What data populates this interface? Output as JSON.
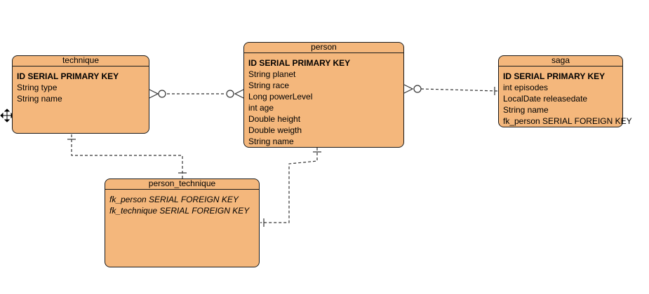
{
  "entities": {
    "technique": {
      "name": "technique",
      "fields": [
        {
          "text": "ID SERIAL PRIMARY KEY",
          "kind": "pk"
        },
        {
          "text": "String type",
          "kind": "attr"
        },
        {
          "text": "String name",
          "kind": "attr"
        }
      ]
    },
    "person": {
      "name": "person",
      "fields": [
        {
          "text": "ID SERIAL PRIMARY KEY",
          "kind": "pk"
        },
        {
          "text": "String planet",
          "kind": "attr"
        },
        {
          "text": "String race",
          "kind": "attr"
        },
        {
          "text": "Long powerLevel",
          "kind": "attr"
        },
        {
          "text": "int age",
          "kind": "attr"
        },
        {
          "text": "Double height",
          "kind": "attr"
        },
        {
          "text": "Double weigth",
          "kind": "attr"
        },
        {
          "text": "String name",
          "kind": "attr"
        }
      ]
    },
    "saga": {
      "name": "saga",
      "fields": [
        {
          "text": "ID SERIAL PRIMARY KEY",
          "kind": "pk"
        },
        {
          "text": "int episodes",
          "kind": "attr"
        },
        {
          "text": "LocalDate releasedate",
          "kind": "attr"
        },
        {
          "text": "String name",
          "kind": "attr"
        },
        {
          "text": "fk_person SERIAL FOREIGN KEY",
          "kind": "attr"
        }
      ]
    },
    "person_technique": {
      "name": "person_technique",
      "fields": [
        {
          "text": "fk_person SERIAL FOREIGN KEY",
          "kind": "fk"
        },
        {
          "text": "fk_technique SERIAL FOREIGN KEY",
          "kind": "fk"
        }
      ]
    }
  },
  "relationships": [
    {
      "from": "technique",
      "to": "person",
      "from_end": "zero-or-many",
      "to_end": "zero-or-many"
    },
    {
      "from": "person",
      "to": "saga",
      "from_end": "zero-or-many",
      "to_end": "one"
    },
    {
      "from": "technique",
      "to": "person_technique",
      "from_end": "one",
      "to_end": "one"
    },
    {
      "from": "person",
      "to": "person_technique",
      "from_end": "one",
      "to_end": "one"
    }
  ],
  "colors": {
    "entity_fill": "#f4b77c",
    "border": "#1a1a1a",
    "connector": "#333333"
  },
  "icons": {
    "cursor": "move-cursor-icon"
  }
}
